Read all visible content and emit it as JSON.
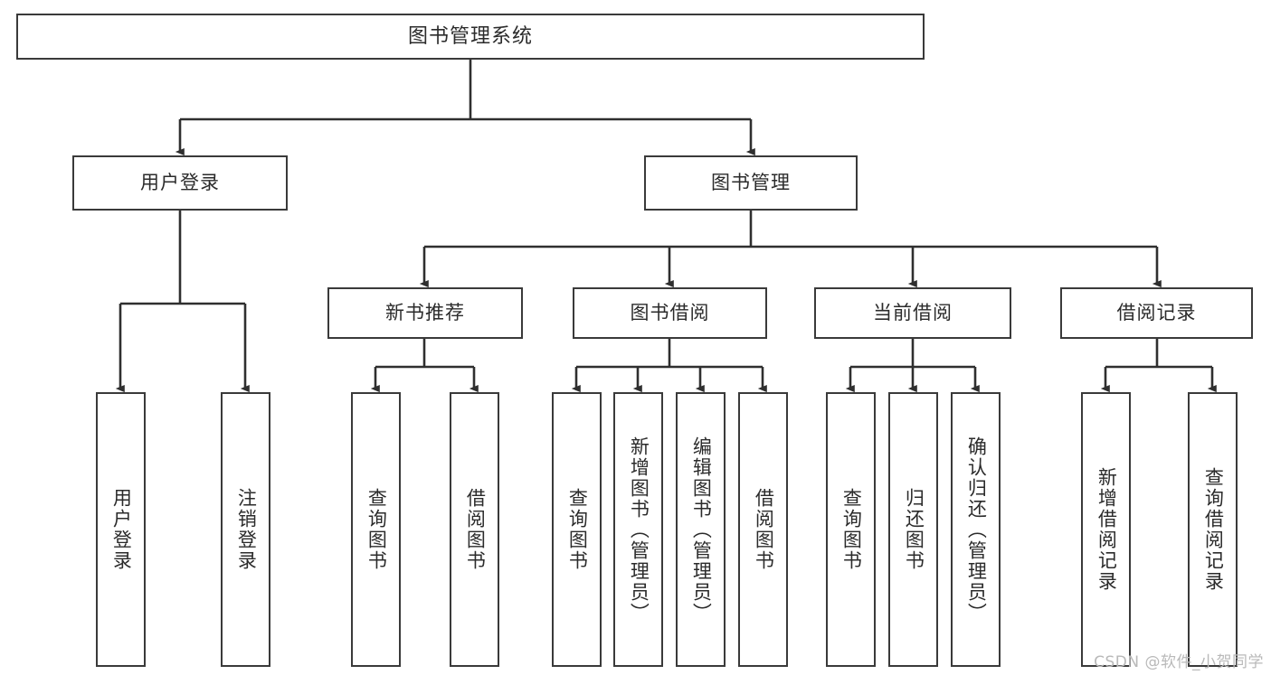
{
  "diagram": {
    "title": "图书管理系统",
    "type": "tree-hierarchy-diagram",
    "root": {
      "label": "图书管理系统"
    },
    "level2": [
      {
        "label": "用户登录"
      },
      {
        "label": "图书管理"
      }
    ],
    "level3": [
      {
        "label": "新书推荐"
      },
      {
        "label": "图书借阅"
      },
      {
        "label": "当前借阅"
      },
      {
        "label": "借阅记录"
      }
    ],
    "leaves": {
      "user_login": [
        {
          "label": "用户登录"
        },
        {
          "label": "注销登录"
        }
      ],
      "new_book_recommend": [
        {
          "label": "查询图书"
        },
        {
          "label": "借阅图书"
        }
      ],
      "book_borrow": [
        {
          "label": "查询图书"
        },
        {
          "label": "新增图书（管理员）"
        },
        {
          "label": "编辑图书（管理员）"
        },
        {
          "label": "借阅图书"
        }
      ],
      "current_borrow": [
        {
          "label": "查询图书"
        },
        {
          "label": "归还图书"
        },
        {
          "label": "确认归还（管理员）"
        }
      ],
      "borrow_record": [
        {
          "label": "新增借阅记录"
        },
        {
          "label": "查询借阅记录"
        }
      ]
    }
  },
  "watermark": {
    "text": "CSDN @软件_小贺同学"
  },
  "colors": {
    "box_border": "#3a3a3a",
    "box_fill": "#ffffff",
    "text": "#2b2b2b",
    "connector": "#2f2f2f",
    "watermark": "#b9b9b9"
  }
}
